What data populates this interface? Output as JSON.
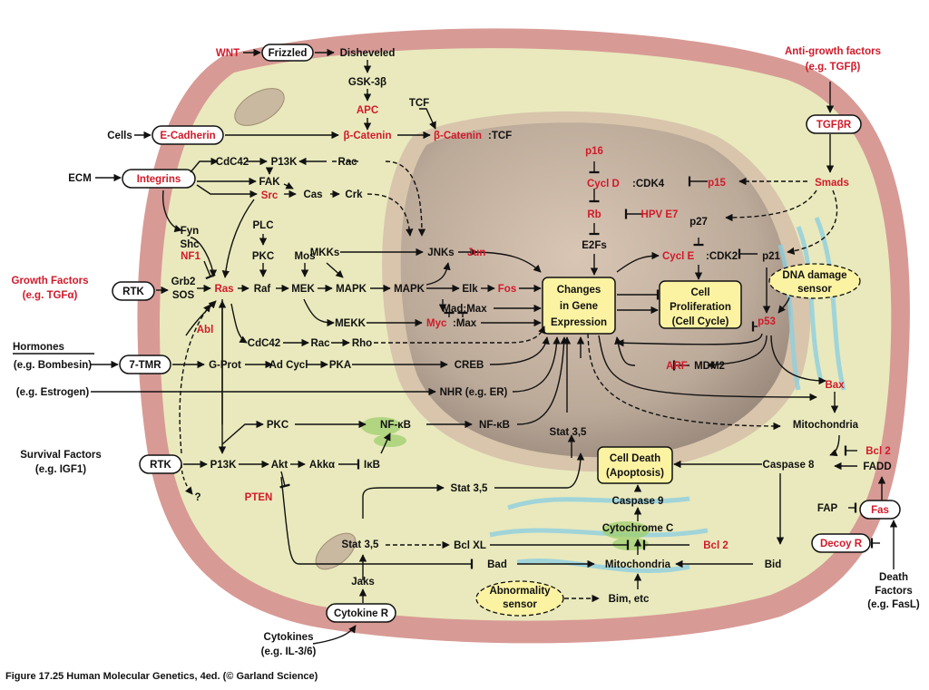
{
  "colors": {
    "red_text": "#d11a2a",
    "black_text": "#111111",
    "cell_membrane": "#cf8b87",
    "cytoplasm": "#e6e6b8",
    "nucleus": "#b9a89b",
    "highlight_box": "#fbf3a2",
    "organelle_blue": "#9ed4e2",
    "organelle_green": "#9fcf6e"
  },
  "caption": "Figure 17.25 Human Molecular Genetics, 4ed. (© Garland Science)",
  "title_hormones": "Hormones",
  "icons": [
    "cell-membrane-shape",
    "nucleus-shape",
    "mitochondrion-shape",
    "endoplasmic-reticulum-shape",
    "golgi-shape"
  ],
  "nodes": [
    {
      "id": "wnt",
      "text": "WNT",
      "color": "red"
    },
    {
      "id": "frizzled",
      "text": "Frizzled",
      "color": "black",
      "box": "pill"
    },
    {
      "id": "disheveled",
      "text": "Disheveled",
      "color": "black"
    },
    {
      "id": "gsk3b",
      "text": "GSK-3β",
      "color": "black"
    },
    {
      "id": "apc",
      "text": "APC",
      "color": "red"
    },
    {
      "id": "tcf_top",
      "text": "TCF",
      "color": "black"
    },
    {
      "id": "cells",
      "text": "Cells",
      "color": "black"
    },
    {
      "id": "ecadherin",
      "text": "E-Cadherin",
      "color": "red",
      "box": "pill"
    },
    {
      "id": "bcatenin",
      "text": "β-Catenin",
      "color": "red"
    },
    {
      "id": "bcatenin_tcf_a",
      "text": "β-Catenin",
      "color": "red"
    },
    {
      "id": "bcatenin_tcf_b",
      "text": ":TCF",
      "color": "black"
    },
    {
      "id": "antigrowth",
      "text": "Anti-growth factors",
      "color": "red"
    },
    {
      "id": "antigrowth_eg",
      "text": "(e.g. TGFβ)",
      "color": "red"
    },
    {
      "id": "tgfbr",
      "text": "TGFβR",
      "color": "red",
      "box": "pill"
    },
    {
      "id": "smads",
      "text": "Smads",
      "color": "red"
    },
    {
      "id": "ecm",
      "text": "ECM",
      "color": "black"
    },
    {
      "id": "integrins",
      "text": "Integrins",
      "color": "red",
      "box": "pill"
    },
    {
      "id": "cdc42_top",
      "text": "CdC42",
      "color": "black"
    },
    {
      "id": "p13k_top",
      "text": "P13K",
      "color": "black"
    },
    {
      "id": "rac_top",
      "text": "Rac",
      "color": "black"
    },
    {
      "id": "fak",
      "text": "FAK",
      "color": "black"
    },
    {
      "id": "src",
      "text": "Src",
      "color": "red"
    },
    {
      "id": "cas",
      "text": "Cas",
      "color": "black"
    },
    {
      "id": "crk",
      "text": "Crk",
      "color": "black"
    },
    {
      "id": "fyn",
      "text": "Fyn",
      "color": "black"
    },
    {
      "id": "shc",
      "text": "Shc",
      "color": "black"
    },
    {
      "id": "plc",
      "text": "PLC",
      "color": "black"
    },
    {
      "id": "pkc_top",
      "text": "PKC",
      "color": "black"
    },
    {
      "id": "mos",
      "text": "Mos",
      "color": "black"
    },
    {
      "id": "mkks",
      "text": "MKKs",
      "color": "black"
    },
    {
      "id": "jnks",
      "text": "JNKs",
      "color": "black"
    },
    {
      "id": "jun",
      "text": "Jun",
      "color": "red"
    },
    {
      "id": "p16",
      "text": "p16",
      "color": "red"
    },
    {
      "id": "cycld_a",
      "text": "Cycl D",
      "color": "red"
    },
    {
      "id": "cycld_b",
      "text": ":CDK4",
      "color": "black"
    },
    {
      "id": "p15",
      "text": "p15",
      "color": "red"
    },
    {
      "id": "rb",
      "text": "Rb",
      "color": "red"
    },
    {
      "id": "hpve7",
      "text": "HPV E7",
      "color": "red"
    },
    {
      "id": "e2fs",
      "text": "E2Fs",
      "color": "black"
    },
    {
      "id": "p27",
      "text": "p27",
      "color": "black"
    },
    {
      "id": "cycle_a",
      "text": "Cycl E",
      "color": "red"
    },
    {
      "id": "cycle_b",
      "text": ":CDK2",
      "color": "black"
    },
    {
      "id": "p21",
      "text": "p21",
      "color": "black"
    },
    {
      "id": "nf1",
      "text": "NF1",
      "color": "red"
    },
    {
      "id": "growth",
      "text": "Growth Factors",
      "color": "red"
    },
    {
      "id": "growth_eg",
      "text": "(e.g. TGFα)",
      "color": "red"
    },
    {
      "id": "rtk_top",
      "text": "RTK",
      "color": "black",
      "box": "pill"
    },
    {
      "id": "grb2",
      "text": "Grb2",
      "color": "black"
    },
    {
      "id": "sos",
      "text": "SOS",
      "color": "black"
    },
    {
      "id": "ras",
      "text": "Ras",
      "color": "red"
    },
    {
      "id": "raf",
      "text": "Raf",
      "color": "black"
    },
    {
      "id": "mek",
      "text": "MEK",
      "color": "black"
    },
    {
      "id": "mapk1",
      "text": "MAPK",
      "color": "black"
    },
    {
      "id": "mapk2",
      "text": "MAPK",
      "color": "black"
    },
    {
      "id": "elk",
      "text": "Elk",
      "color": "black"
    },
    {
      "id": "fos",
      "text": "Fos",
      "color": "red"
    },
    {
      "id": "madmax",
      "text": "Mad:Max",
      "color": "black"
    },
    {
      "id": "mekk",
      "text": "MEKK",
      "color": "black"
    },
    {
      "id": "mycmax_a",
      "text": "Myc",
      "color": "red"
    },
    {
      "id": "mycmax_b",
      "text": ":Max",
      "color": "black"
    },
    {
      "id": "changes1",
      "text": "Changes",
      "color": "black",
      "box": "yellow"
    },
    {
      "id": "changes2",
      "text": "in Gene",
      "color": "black"
    },
    {
      "id": "changes3",
      "text": "Expression",
      "color": "black"
    },
    {
      "id": "cellprolif1",
      "text": "Cell",
      "color": "black",
      "box": "yellow"
    },
    {
      "id": "cellprolif2",
      "text": "Proliferation",
      "color": "black"
    },
    {
      "id": "cellprolif3",
      "text": "(Cell Cycle)",
      "color": "black"
    },
    {
      "id": "dnadamage1",
      "text": "DNA damage",
      "color": "black",
      "box": "oval"
    },
    {
      "id": "dnadamage2",
      "text": "sensor",
      "color": "black"
    },
    {
      "id": "p53",
      "text": "p53",
      "color": "red"
    },
    {
      "id": "abl",
      "text": "Abl",
      "color": "red"
    },
    {
      "id": "cdc42_mid",
      "text": "CdC42",
      "color": "black"
    },
    {
      "id": "rac_mid",
      "text": "Rac",
      "color": "black"
    },
    {
      "id": "rho",
      "text": "Rho",
      "color": "black"
    },
    {
      "id": "hormones_eg",
      "text": "(e.g. Bombesin)",
      "color": "black"
    },
    {
      "id": "sevenTMR",
      "text": "7-TMR",
      "color": "black",
      "box": "pill"
    },
    {
      "id": "gprot",
      "text": "G-Prot",
      "color": "black"
    },
    {
      "id": "adcycl",
      "text": "Ad Cycl",
      "color": "black"
    },
    {
      "id": "pka",
      "text": "PKA",
      "color": "black"
    },
    {
      "id": "creb",
      "text": "CREB",
      "color": "black"
    },
    {
      "id": "arf",
      "text": "ARF",
      "color": "red"
    },
    {
      "id": "mdm2",
      "text": "MDM2",
      "color": "black"
    },
    {
      "id": "estrogen",
      "text": "(e.g. Estrogen)",
      "color": "black"
    },
    {
      "id": "nhr",
      "text": "NHR (e.g. ER)",
      "color": "black"
    },
    {
      "id": "bax",
      "text": "Bax",
      "color": "red"
    },
    {
      "id": "pkc_bot",
      "text": "PKC",
      "color": "black"
    },
    {
      "id": "nfkb1",
      "text": "NF-κB",
      "color": "black"
    },
    {
      "id": "nfkb2",
      "text": "NF-κB",
      "color": "black"
    },
    {
      "id": "mito_right",
      "text": "Mitochondria",
      "color": "black"
    },
    {
      "id": "stat35_mid",
      "text": "Stat 3,5",
      "color": "black"
    },
    {
      "id": "survival",
      "text": "Survival Factors",
      "color": "black"
    },
    {
      "id": "survival_eg",
      "text": "(e.g. IGF1)",
      "color": "black"
    },
    {
      "id": "rtk_bot",
      "text": "RTK",
      "color": "black",
      "box": "pill"
    },
    {
      "id": "p13k_bot",
      "text": "P13K",
      "color": "black"
    },
    {
      "id": "akt",
      "text": "Akt",
      "color": "black"
    },
    {
      "id": "akka",
      "text": "Akkα",
      "color": "black"
    },
    {
      "id": "ikb",
      "text": "IκB",
      "color": "black"
    },
    {
      "id": "celldeath1",
      "text": "Cell Death",
      "color": "black",
      "box": "yellow"
    },
    {
      "id": "celldeath2",
      "text": "(Apoptosis)",
      "color": "black"
    },
    {
      "id": "bcl2_right",
      "text": "Bcl 2",
      "color": "red"
    },
    {
      "id": "caspase8",
      "text": "Caspase 8",
      "color": "black"
    },
    {
      "id": "fadd",
      "text": "FADD",
      "color": "black"
    },
    {
      "id": "question",
      "text": "?",
      "color": "black"
    },
    {
      "id": "pten",
      "text": "PTEN",
      "color": "red"
    },
    {
      "id": "stat35_low",
      "text": "Stat 3,5",
      "color": "black"
    },
    {
      "id": "caspase9",
      "text": "Caspase 9",
      "color": "black"
    },
    {
      "id": "fap",
      "text": "FAP",
      "color": "black"
    },
    {
      "id": "fas",
      "text": "Fas",
      "color": "red",
      "box": "pill"
    },
    {
      "id": "cytc",
      "text": "Cytochrome C",
      "color": "black"
    },
    {
      "id": "stat35_bot",
      "text": "Stat 3,5",
      "color": "black"
    },
    {
      "id": "bclxl",
      "text": "Bcl XL",
      "color": "black"
    },
    {
      "id": "bcl2_bot",
      "text": "Bcl 2",
      "color": "red"
    },
    {
      "id": "decoyr",
      "text": "Decoy R",
      "color": "red",
      "box": "pill"
    },
    {
      "id": "bad",
      "text": "Bad",
      "color": "black"
    },
    {
      "id": "mito_bot",
      "text": "Mitochondria",
      "color": "black"
    },
    {
      "id": "bid",
      "text": "Bid",
      "color": "black"
    },
    {
      "id": "jaks",
      "text": "Jaks",
      "color": "black"
    },
    {
      "id": "abn1",
      "text": "Abnormality",
      "color": "black",
      "box": "oval"
    },
    {
      "id": "abn2",
      "text": "sensor",
      "color": "black"
    },
    {
      "id": "bim",
      "text": "Bim, etc",
      "color": "black"
    },
    {
      "id": "death1",
      "text": "Death",
      "color": "black"
    },
    {
      "id": "death2",
      "text": "Factors",
      "color": "black"
    },
    {
      "id": "death3",
      "text": "(e.g. FasL)",
      "color": "black"
    },
    {
      "id": "cytokiner",
      "text": "Cytokine R",
      "color": "black",
      "box": "pill"
    },
    {
      "id": "cytokines",
      "text": "Cytokines",
      "color": "black"
    },
    {
      "id": "cytokines_eg",
      "text": "(e.g. IL-3/6)",
      "color": "black"
    }
  ]
}
